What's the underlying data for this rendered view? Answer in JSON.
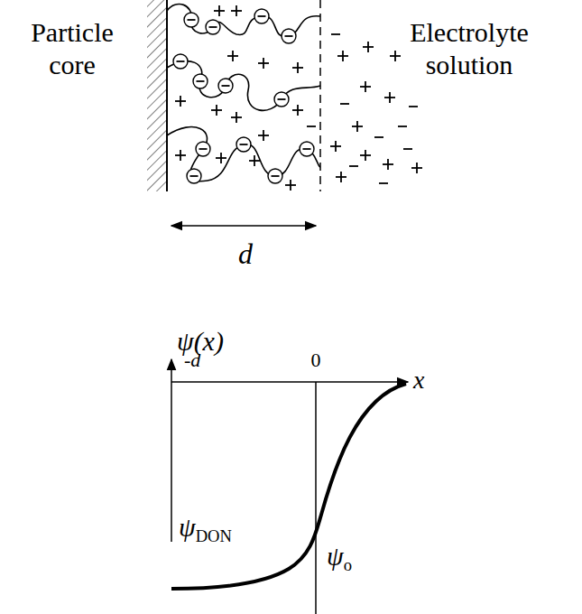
{
  "diagram": {
    "labels": [
      "Particle core",
      "Electrolyte solution",
      "d",
      "ψ(x)",
      "-d",
      "0",
      "x",
      "ψo",
      "ψDON"
    ]
  }
}
